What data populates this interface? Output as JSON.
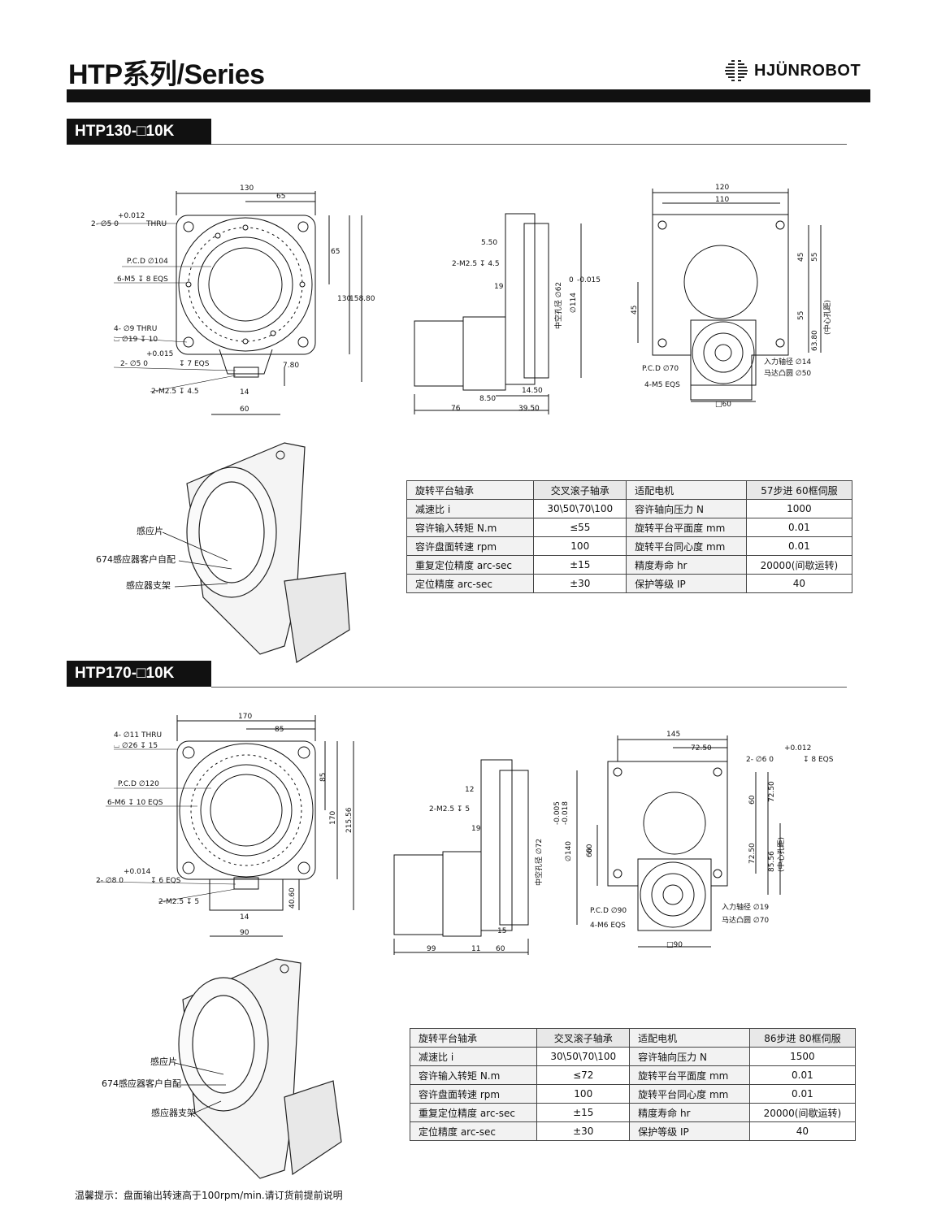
{
  "header": {
    "title": "HTP系列/Series",
    "brand": "HJÜNROBOT"
  },
  "sections": [
    {
      "model": "HTP130-□10K",
      "front": {
        "d130": "130",
        "d65": "65",
        "d65v": "65",
        "d130v": "130",
        "d158": "158.80",
        "tol1a": "+0.012",
        "tol1b": "2- ∅5  0",
        "tol1c": "THRU",
        "pcd": "P.C.D ∅104",
        "m5": "6-M5 ↧ 8 EQS",
        "thru9": "4- ∅9 THRU",
        "cb19": "⌴ ∅19 ↧ 10",
        "tol2a": "+0.015",
        "tol2b": "2- ∅5  0",
        "tol2c": "↧ 7 EQS",
        "d780": "7.80",
        "m25": "2-M2.5 ↧ 4.5",
        "d14": "14",
        "d60": "60"
      },
      "side": {
        "d550": "5.50",
        "m25": "2-M2.5 ↧ 4.5",
        "d19": "19",
        "hole": "中空孔径 ∅62",
        "dia": "∅114",
        "tolA": "0",
        "tolB": "-0.015",
        "d850": "8.50",
        "d1450": "14.50",
        "d76": "76",
        "d3950": "39.50"
      },
      "back": {
        "d120": "120",
        "d110": "110",
        "d45a": "45",
        "d55a": "55",
        "d45b": "45",
        "d55b": "55",
        "d638": "63.80",
        "cd": "(中心孔距)",
        "in": "入力轴径 ∅14",
        "boss": "马达凸圆 ∅50",
        "pcd": "P.C.D ∅70",
        "m5": "4-M5 EQS",
        "sq": "□60"
      },
      "callouts": [
        "感应片",
        "674感应器客户自配",
        "感应器支架"
      ],
      "table": [
        [
          "旋转平台轴承",
          "交叉滚子轴承",
          "适配电机",
          "57步进 60框伺服"
        ],
        [
          "减速比 i",
          "30\\50\\70\\100",
          "容许轴向压力 N",
          "1000"
        ],
        [
          "容许输入转矩 N.m",
          "≤55",
          "旋转平台平面度 mm",
          "0.01"
        ],
        [
          "容许盘面转速 rpm",
          "100",
          "旋转平台同心度 mm",
          "0.01"
        ],
        [
          "重复定位精度 arc-sec",
          "±15",
          "精度寿命 hr",
          "20000(间歇运转)"
        ],
        [
          "定位精度 arc-sec",
          "±30",
          "保护等级 IP",
          "40"
        ]
      ]
    },
    {
      "model": "HTP170-□10K",
      "front": {
        "d170": "170",
        "d85": "85",
        "d85v": "85",
        "d170v": "170",
        "d215": "215.56",
        "thru11": "4- ∅11 THRU",
        "cb26": "⌴ ∅26 ↧ 15",
        "pcd": "P.C.D ∅120",
        "m6": "6-M6 ↧ 10 EQS",
        "tol2a": "+0.014",
        "tol2b": "2- ∅8  0",
        "tol2c": "↧ 6 EQS",
        "m25": "2-M2.5 ↧ 5",
        "d4060": "40.60",
        "d14": "14",
        "d90": "90"
      },
      "side": {
        "d12": "12",
        "m25": "2-M2.5 ↧ 5",
        "d19": "19",
        "hole": "中空孔径 ∅72",
        "dia": "∅140",
        "tolA": "-0.005",
        "tolB": "-0.018",
        "d60v": "60",
        "d15": "15",
        "d99": "99",
        "d11": "11",
        "d60": "60"
      },
      "back": {
        "d145": "145",
        "d7250": "72.50",
        "tola": "+0.012",
        "tolb": "2- ∅6  0",
        "tolc": "↧ 8 EQS",
        "d60a": "60",
        "d7250b": "72.50",
        "d7250c": "72.50",
        "d8556": "85.56",
        "cd": "(中心孔距)",
        "in": "入力轴径 ∅19",
        "boss": "马达凸圆 ∅70",
        "pcd": "P.C.D ∅90",
        "m6": "4-M6 EQS",
        "sq": "□90"
      },
      "callouts": [
        "感应片",
        "674感应器客户自配",
        "感应器支架"
      ],
      "table": [
        [
          "旋转平台轴承",
          "交叉滚子轴承",
          "适配电机",
          "86步进 80框伺服"
        ],
        [
          "减速比 i",
          "30\\50\\70\\100",
          "容许轴向压力 N",
          "1500"
        ],
        [
          "容许输入转矩 N.m",
          "≤72",
          "旋转平台平面度 mm",
          "0.01"
        ],
        [
          "容许盘面转速 rpm",
          "100",
          "旋转平台同心度 mm",
          "0.01"
        ],
        [
          "重复定位精度 arc-sec",
          "±15",
          "精度寿命 hr",
          "20000(间歇运转)"
        ],
        [
          "定位精度 arc-sec",
          "±30",
          "保护等级 IP",
          "40"
        ]
      ]
    }
  ],
  "footer": {
    "note": "温馨提示：盘面输出转速高于100rpm/min.请订货前提前说明"
  }
}
